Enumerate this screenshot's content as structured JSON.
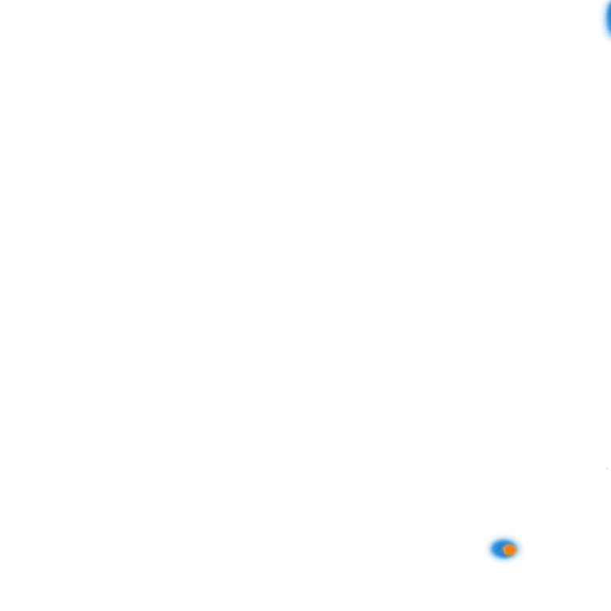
{
  "map": {
    "background_color": "#ffffff",
    "palette": {
      "outer_glow": "#9fd0f2",
      "low": "#2d8fe0",
      "mid": "#1f6fc8",
      "high": "#f7a11a",
      "peak": "#f37d12"
    },
    "features": [
      {
        "name": "intensity-cluster-top-right",
        "level": "low"
      },
      {
        "name": "intensity-cluster-bottom-right",
        "level": "high"
      },
      {
        "name": "intensity-speck-right",
        "level": "trace"
      }
    ]
  }
}
